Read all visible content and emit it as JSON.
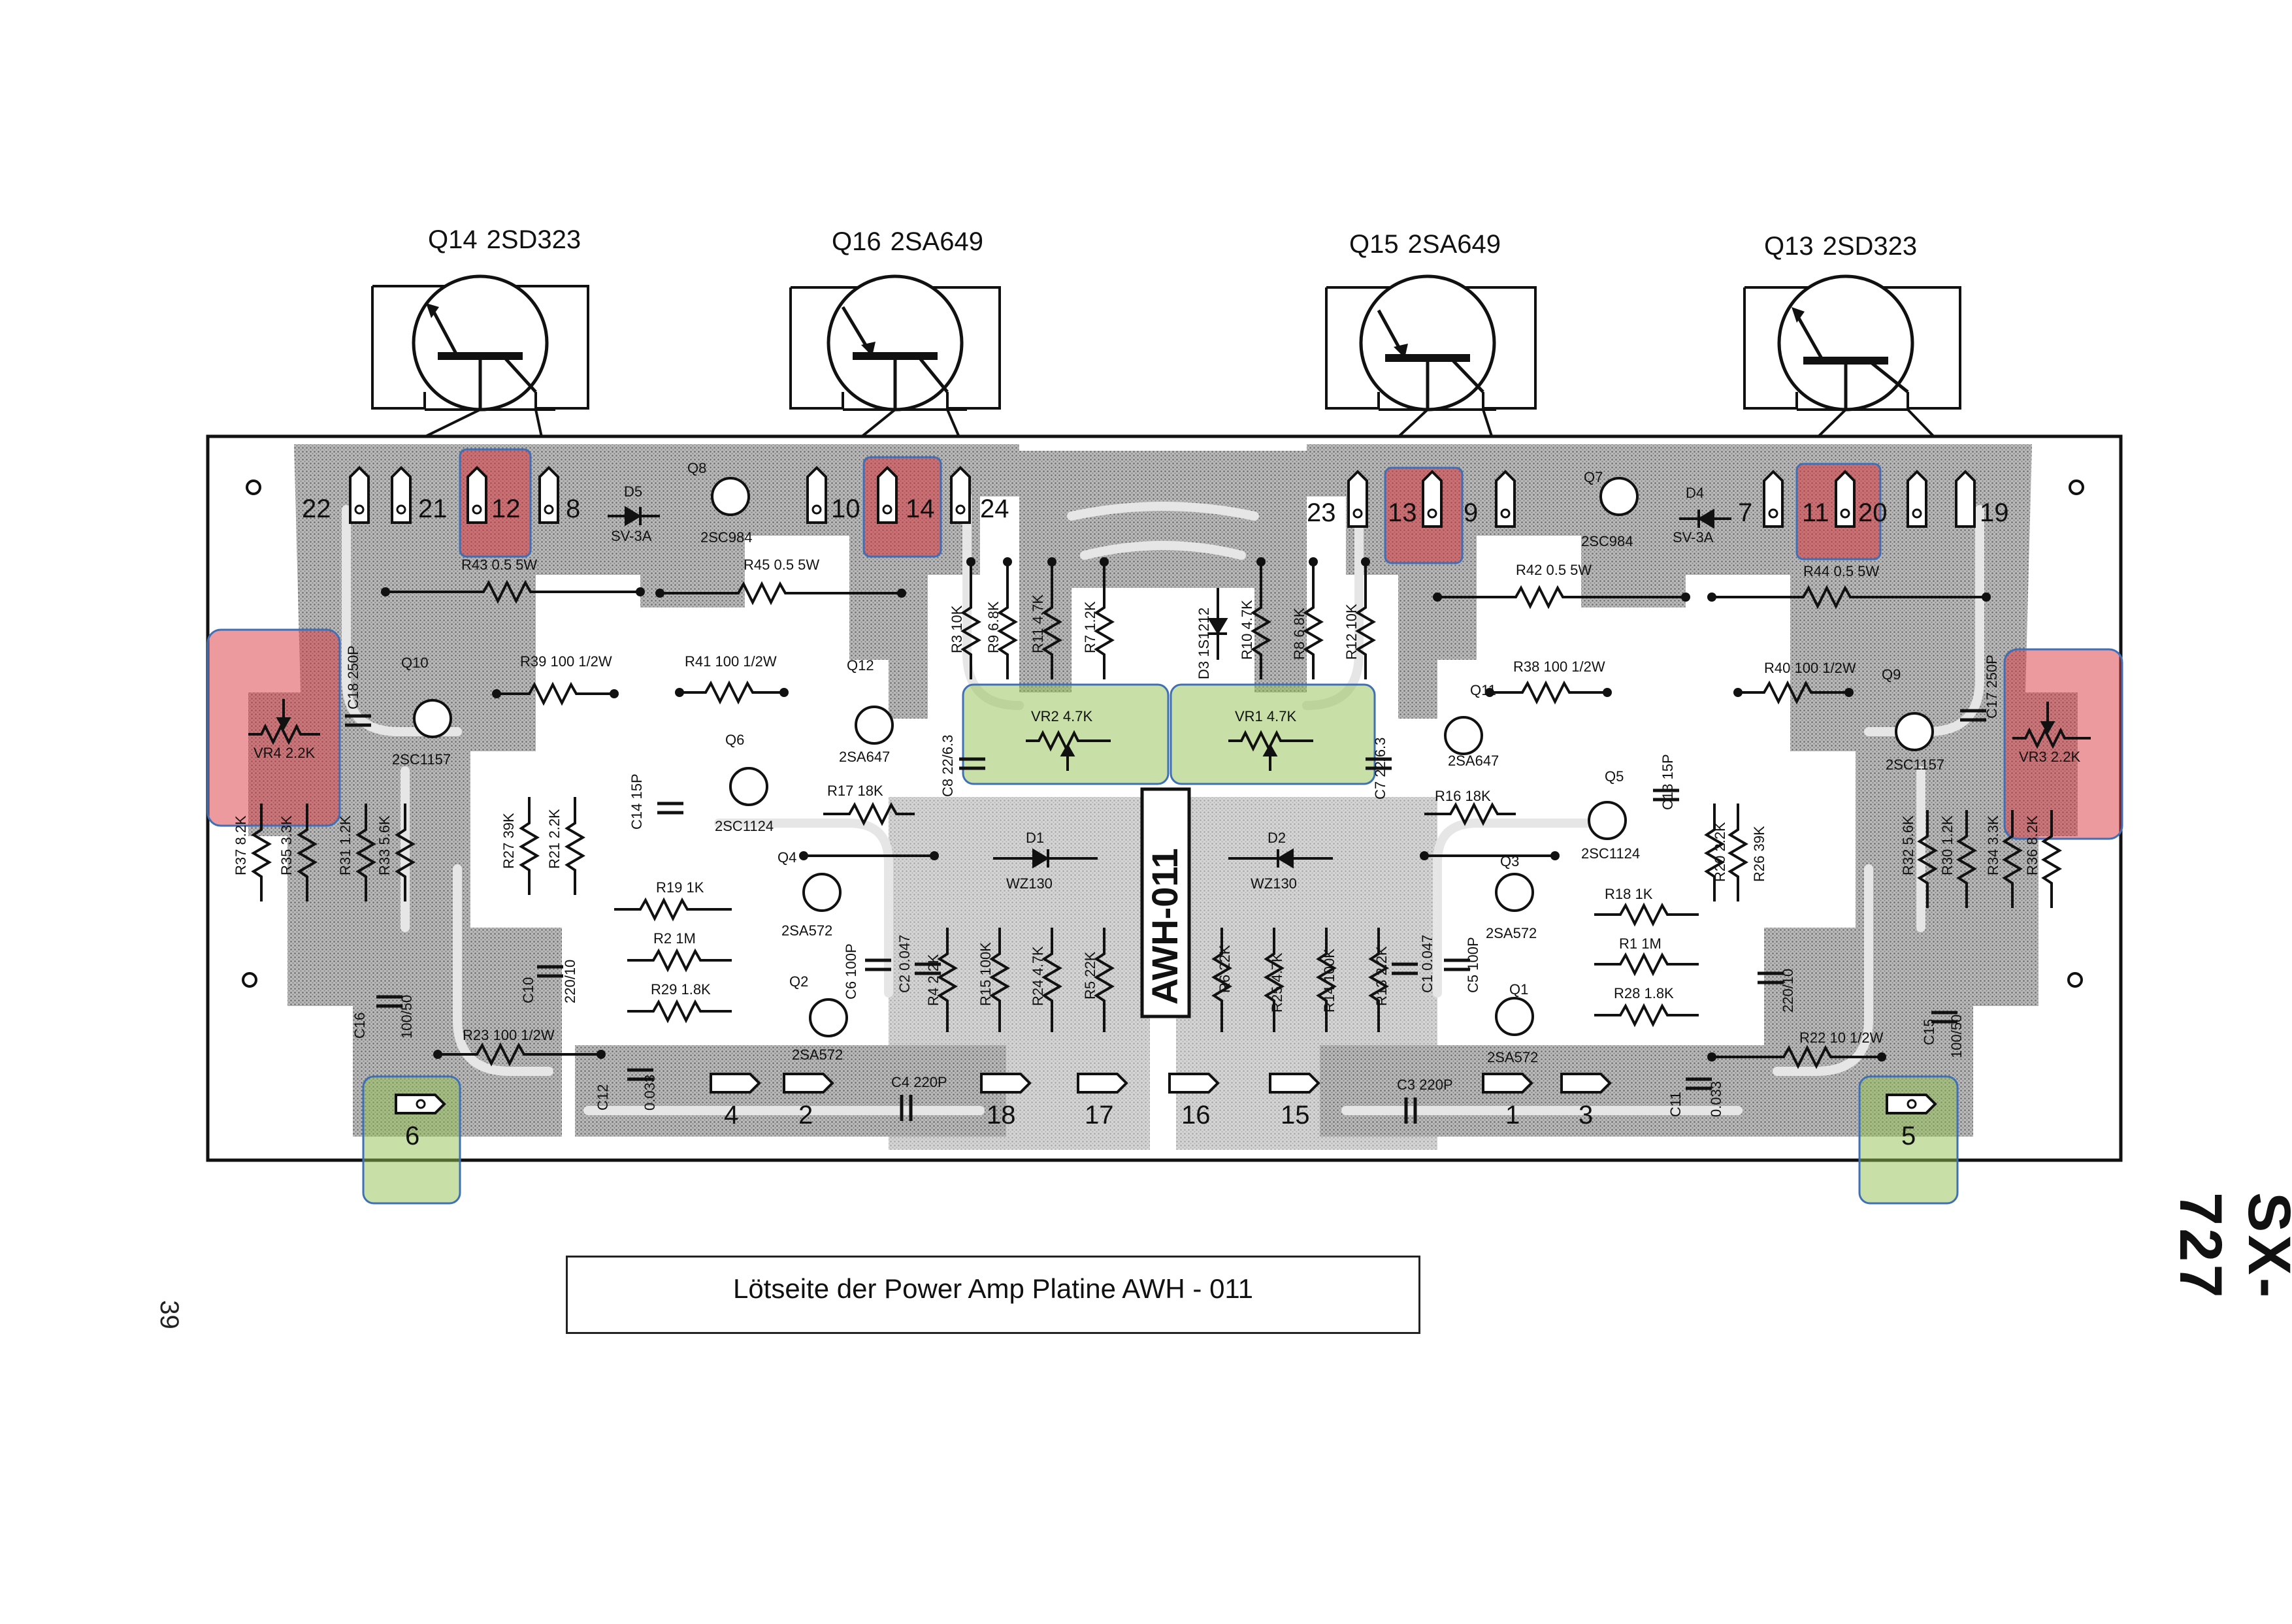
{
  "caption": "Lötseite der Power Amp Platine AWH - 011",
  "model": "SX-727",
  "page_number": "39",
  "board_label": "AWH-011",
  "output_transistors": [
    {
      "ref": "Q14",
      "type": "2SD323"
    },
    {
      "ref": "Q16",
      "type": "2SA649"
    },
    {
      "ref": "Q15",
      "type": "2SA649"
    },
    {
      "ref": "Q13",
      "type": "2SD323"
    }
  ],
  "top_terminals": [
    "22",
    "21",
    "12",
    "8",
    "10",
    "14",
    "24",
    "23",
    "13",
    "9",
    "7",
    "11",
    "20",
    "19"
  ],
  "bottom_terminals": [
    "6",
    "4",
    "2",
    "18",
    "17",
    "16",
    "15",
    "1",
    "3",
    "5"
  ],
  "components": {
    "d5": {
      "ref": "D5",
      "part": "SV-3A"
    },
    "d4": {
      "ref": "D4",
      "part": "SV-3A"
    },
    "q8": {
      "ref": "Q8",
      "part": "2SC984"
    },
    "q7": {
      "ref": "Q7",
      "part": "2SC984"
    },
    "r43": "R43 0.5 5W",
    "r45": "R45 0.5 5W",
    "r42": "R42 0.5 5W",
    "r44": "R44 0.5 5W",
    "r39": "R39 100 1/2W",
    "r41": "R41 100 1/2W",
    "r38": "R38 100 1/2W",
    "r40": "R40 100 1/2W",
    "q10": {
      "ref": "Q10",
      "part": "2SC1157"
    },
    "q9": {
      "ref": "Q9",
      "part": "2SC1157"
    },
    "q12": {
      "ref": "Q12",
      "part": "2SA647"
    },
    "q11": {
      "ref": "Q11",
      "part": "2SA647"
    },
    "q6": {
      "ref": "Q6",
      "part": "2SC1124"
    },
    "q5": {
      "ref": "Q5",
      "part": "2SC1124"
    },
    "q4": {
      "ref": "Q4",
      "part": "2SA572"
    },
    "q3": {
      "ref": "Q3",
      "part": "2SA572"
    },
    "q2": {
      "ref": "Q2",
      "part": "2SA572"
    },
    "q1": {
      "ref": "Q1",
      "part": "2SA572"
    },
    "vr4": "VR4 2.2K",
    "vr3": "VR3 2.2K",
    "vr2": "VR2 4.7K",
    "vr1": "VR1 4.7K",
    "d1": {
      "ref": "D1",
      "part": "WZ130"
    },
    "d2": {
      "ref": "D2",
      "part": "WZ130"
    },
    "r17": "R17 18K",
    "r16": "R16 18K",
    "r19": "R19 1K",
    "r18": "R18 1K",
    "r2": "R2 1M",
    "r1": "R1 1M",
    "r29": "R29 1.8K",
    "r28": "R28 1.8K",
    "r23": "R23 100 1/2W",
    "r22": "R22 10 1/2W",
    "c4": "C4 220P",
    "c3": "C3 220P",
    "r3": "R3 10K",
    "r9": "R9 6.8K",
    "r11": "R11 4.7K",
    "r7": "R7 1.2K",
    "d3": "D3 1S1212",
    "r10": "R10 4.7K",
    "r8": "R8 6.8K",
    "r12": "R12 10K",
    "c16": "C16",
    "c16_val": "100/50",
    "c15": "C15",
    "c15_val": "100/50",
    "c10": "C10",
    "c10_val": "220/10",
    "c9_val": "220/10",
    "c12": "C12",
    "c12_val": "0.033",
    "c11": "C11",
    "c11_val": "0.033",
    "r37": "R37 8.2K",
    "r35": "R35 3.3K",
    "r31": "R31 1.2K",
    "r33": "R33 5.6K",
    "r27": "R27 39K",
    "r21": "R21 2.2K",
    "c14": "C14 15P",
    "c13": "C13 15P",
    "c18": "C18 250P",
    "c17": "C17 250P",
    "r32": "R32 5.6K",
    "r30": "R30 1.2K",
    "r34": "R34 3.3K",
    "r36": "R36 8.2K",
    "r20": "R20 2.2K",
    "r26": "R26 39K",
    "c8": "C8 22/6.3",
    "c7": "C7 22/6.3",
    "r4": "R4 2.2K",
    "r15": "R15 100K",
    "r24": "R24 4.7K",
    "r5": "R5 22K",
    "r6": "R6 22K",
    "r25": "R25 4.7K",
    "r14": "R14 100K",
    "r13": "R13 2.2K",
    "c2": "C2 0.047",
    "c1": "C1 0.047",
    "c6": "C6 100P",
    "c5": "C5 100P"
  },
  "colors": {
    "red_highlight": "#d9363e",
    "green_highlight": "#92c050",
    "highlight_border": "#3f6fb5",
    "copper_gray": "#9a9a9a",
    "ink": "#111111"
  }
}
